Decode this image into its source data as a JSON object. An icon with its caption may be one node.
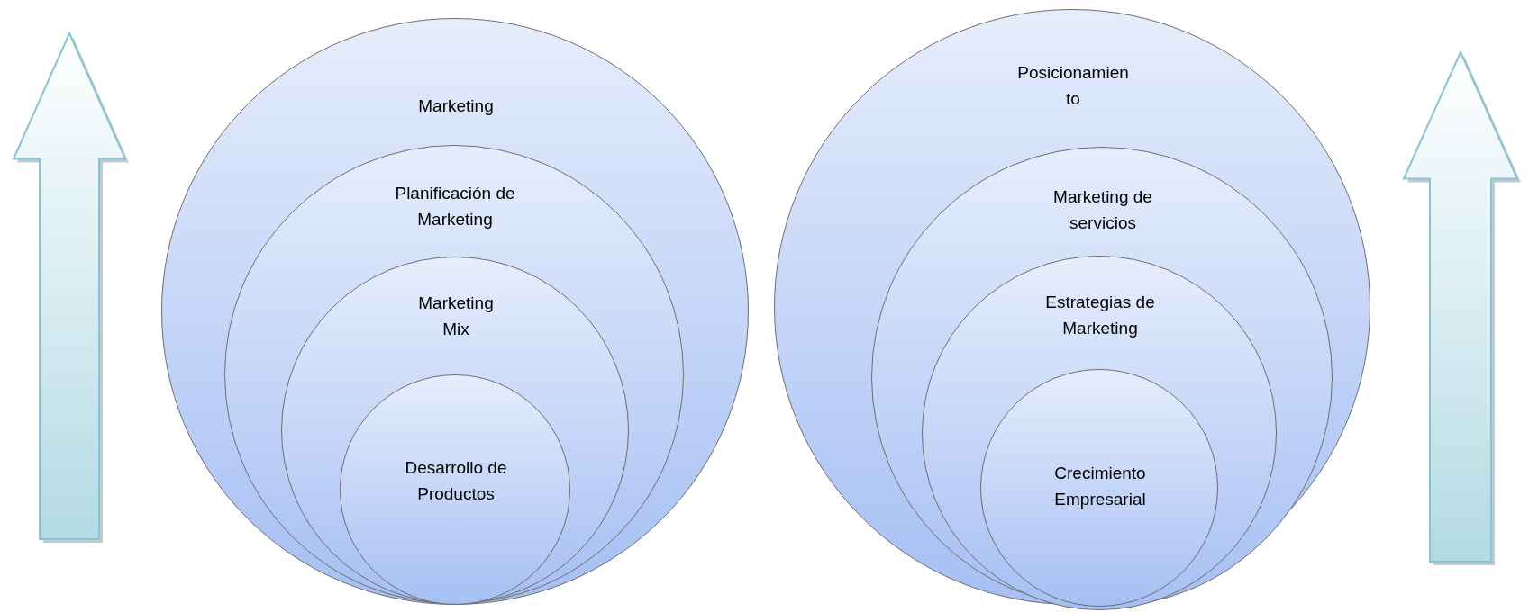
{
  "diagram": {
    "nodes": [
      {
        "text": [
          "Marketing"
        ]
      },
      {
        "text": [
          "Planificación de Marketing"
        ],
        "in": 0
      },
      {
        "text": [
          "Marketing Mix"
        ],
        "in": 1
      },
      {
        "text": [
          "Desarrollo de Productos"
        ],
        "in": 2
      },
      {
        "text": [
          "Posicionamien to"
        ]
      },
      {
        "text": [
          "Marketing de servicios"
        ],
        "in": 4
      },
      {
        "text": [
          "Estrategias de Marketing"
        ],
        "in": 5
      },
      {
        "text": [
          "Crecimiento Empresarial"
        ],
        "in": 6
      }
    ]
  }
}
